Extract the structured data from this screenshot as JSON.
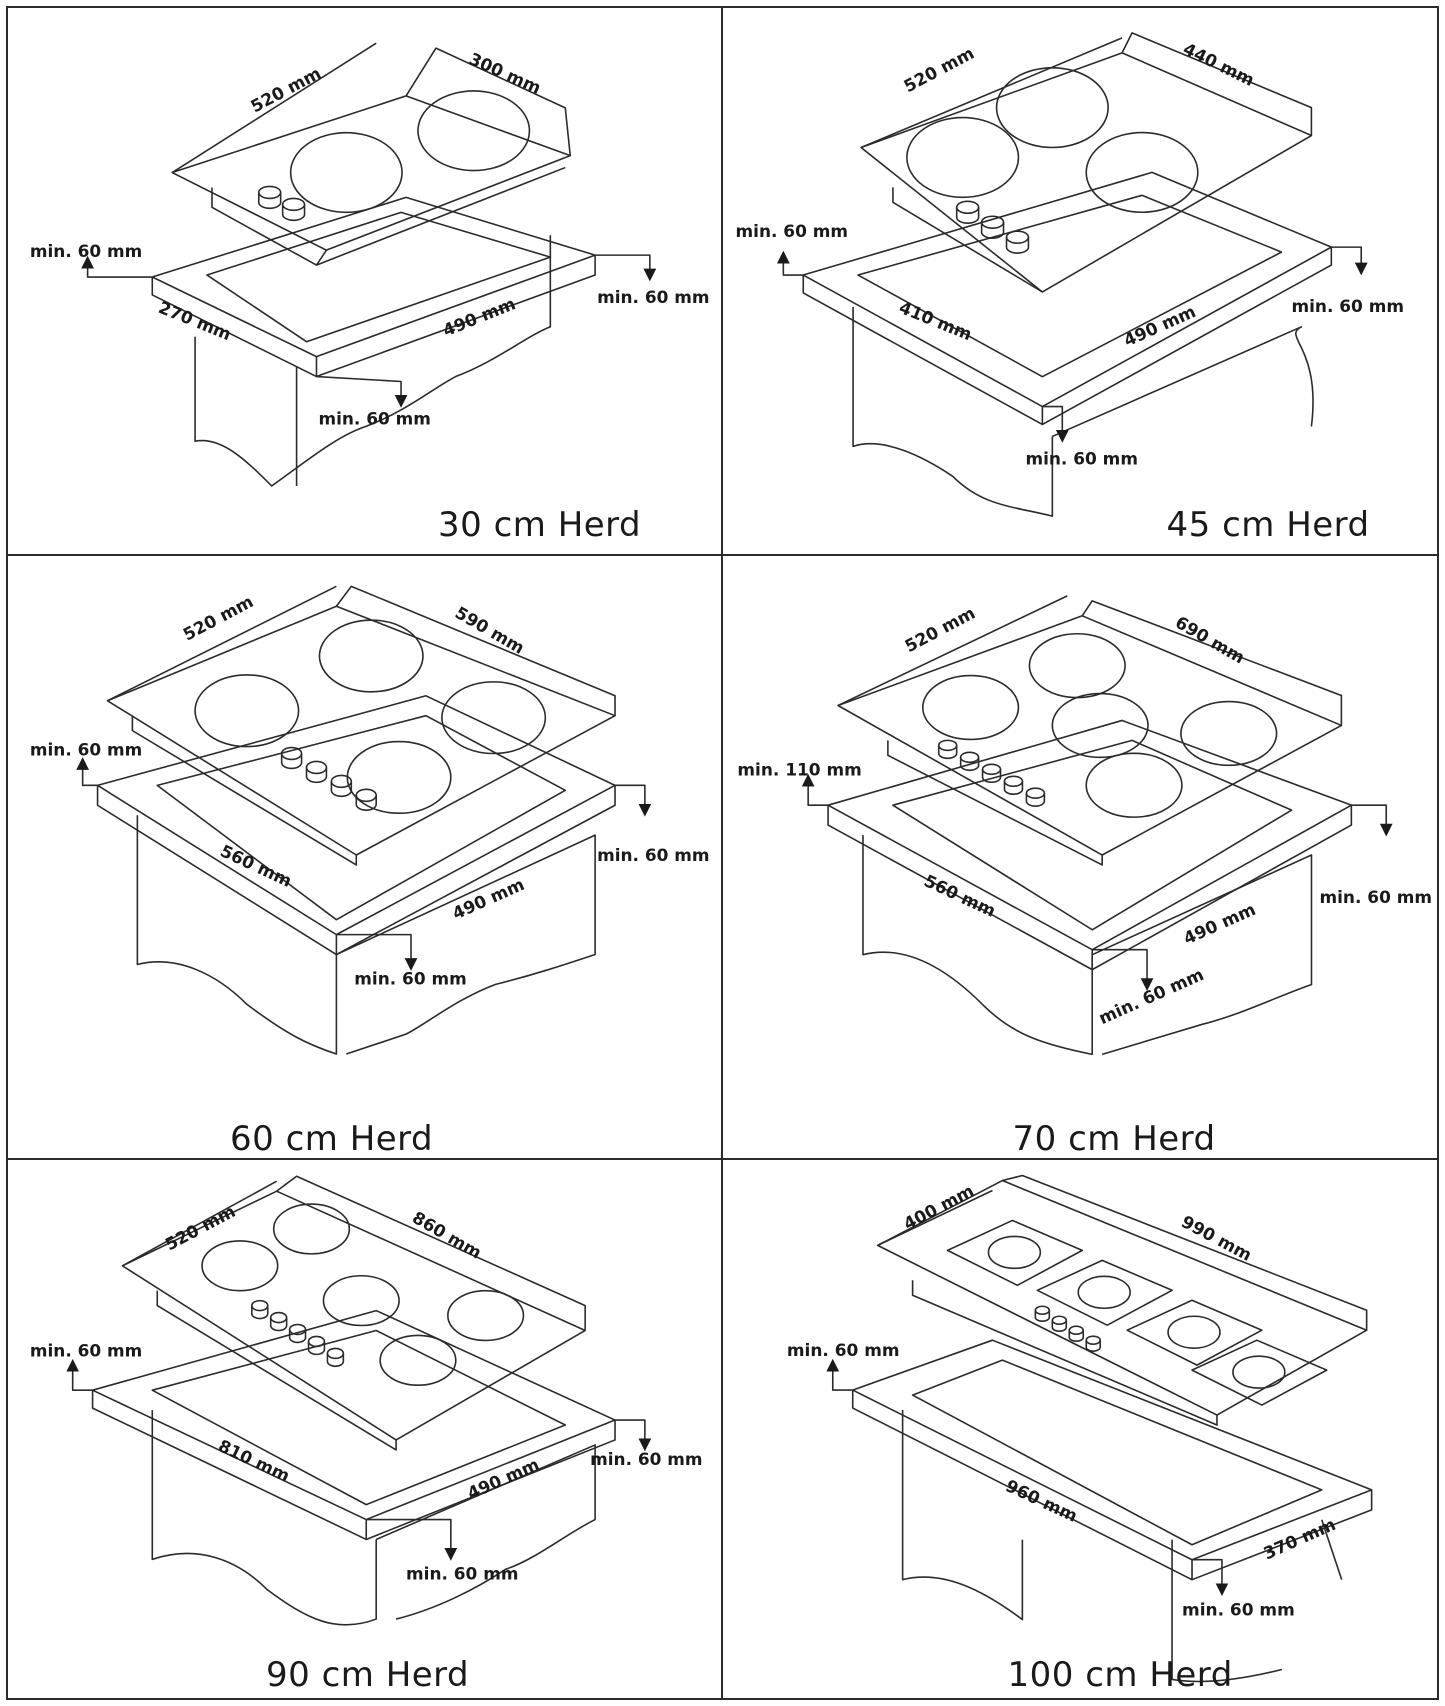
{
  "panels": [
    {
      "title": "30 cm Herd",
      "depth": "520 mm",
      "width": "300 mm",
      "cutout_width": "270 mm",
      "cutout_depth": "490 mm",
      "clearance_left": "min. 60 mm",
      "clearance_right": "min. 60 mm",
      "clearance_front": "min. 60 mm"
    },
    {
      "title": "45 cm Herd",
      "depth": "520 mm",
      "width": "440 mm",
      "cutout_width": "410 mm",
      "cutout_depth": "490 mm",
      "clearance_left": "min. 60 mm",
      "clearance_right": "min. 60 mm",
      "clearance_front": "min. 60 mm"
    },
    {
      "title": "60 cm Herd",
      "depth": "520 mm",
      "width": "590 mm",
      "cutout_width": "560 mm",
      "cutout_depth": "490 mm",
      "clearance_left": "min. 60 mm",
      "clearance_right": "min. 60 mm",
      "clearance_front": "min. 60 mm"
    },
    {
      "title": "70 cm Herd",
      "depth": "520 mm",
      "width": "690 mm",
      "cutout_width": "560 mm",
      "cutout_depth": "490 mm",
      "clearance_left": "min. 110 mm",
      "clearance_right": "min. 60 mm",
      "clearance_front": "min. 60 mm"
    },
    {
      "title": "90 cm Herd",
      "depth": "520 mm",
      "width": "860 mm",
      "cutout_width": "810 mm",
      "cutout_depth": "490 mm",
      "clearance_left": "min. 60 mm",
      "clearance_right": "min. 60 mm",
      "clearance_front": "min. 60 mm"
    },
    {
      "title": "100 cm Herd",
      "depth": "400 mm",
      "width": "990 mm",
      "cutout_width": "960 mm",
      "cutout_depth": "370 mm",
      "clearance_left": "min. 60 mm",
      "clearance_right": "",
      "clearance_front": "min. 60 mm"
    }
  ]
}
